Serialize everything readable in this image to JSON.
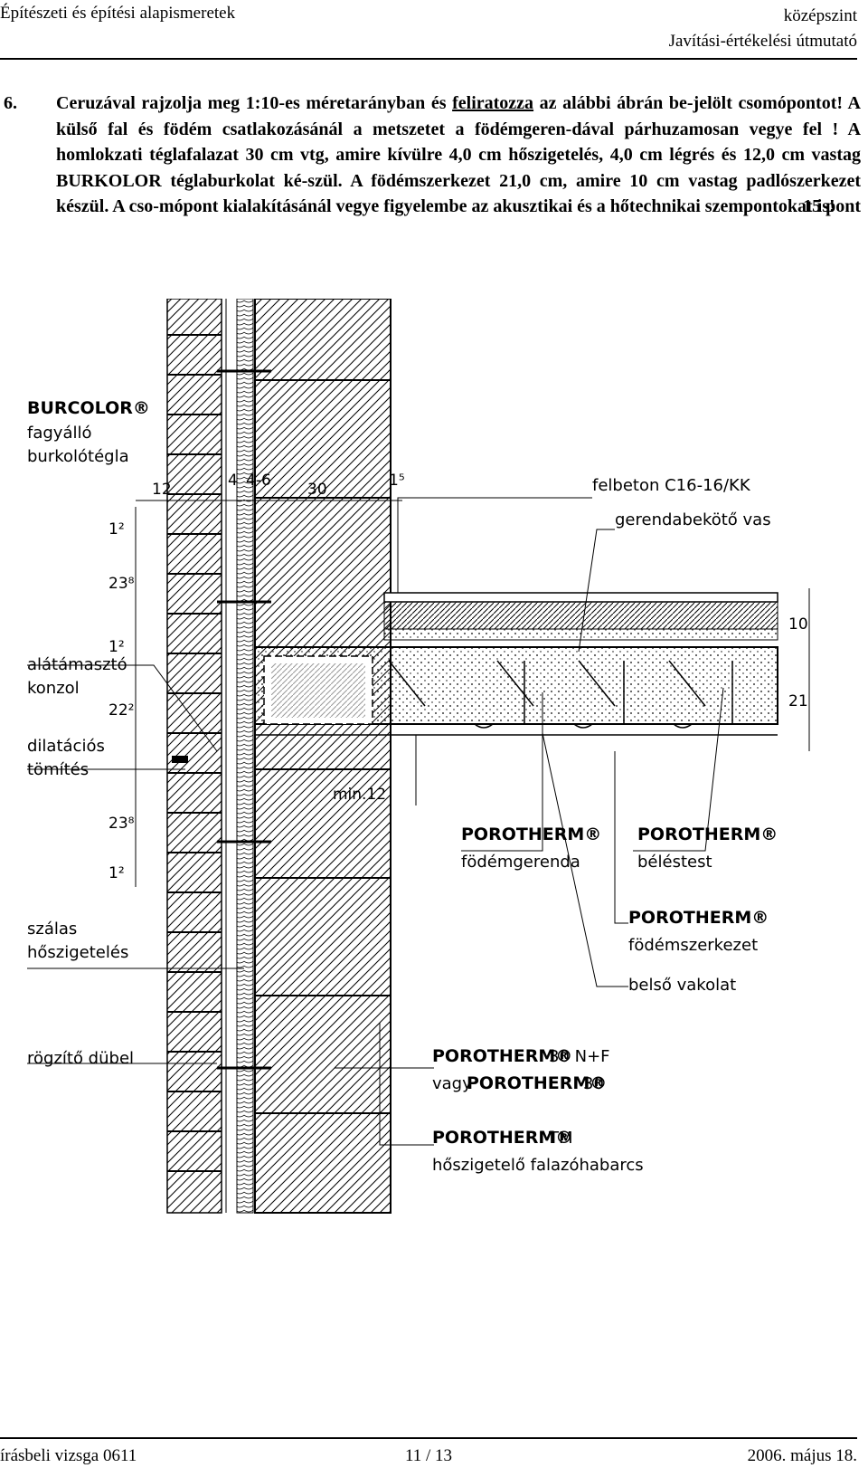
{
  "header": {
    "left": "Építészeti és építési alapismeretek",
    "right_line1": "középszint",
    "right_line2": "Javítási-értékelési útmutató"
  },
  "task": {
    "number": "6.",
    "text_before": "Ceruzával rajzolja meg 1:10-es méretarányban és ",
    "underlined": "feliratozza",
    "text_after": " az alábbi ábrán be-jelölt csomópontot! A külső fal és födém csatlakozásánál a metszetet a födémgeren-dával párhuzamosan vegye fel ! A homlokzati téglafalazat 30 cm vtg, amire kívülre 4,0 cm hőszigetelés, 4,0 cm légrés és 12,0 cm vastag BURKOLOR téglaburkolat ké-szül. A födémszerkezet 21,0 cm, amire 10 cm vastag padlószerkezet készül. A cso-mópont kialakításánál vegye figyelembe az akusztikai és a hőtechnikai szempontokat is!",
    "points": "15 pont"
  },
  "drawing": {
    "burcolor_brand": "BURCOLOR®",
    "burcolor_line1": "fagyálló",
    "burcolor_line2": "burkolótégla",
    "alatamaszto_line1": "alátámasztó",
    "alatamaszto_line2": "konzol",
    "dilatacios_line1": "dilatációs",
    "dilatacios_line2": "tömítés",
    "szalas_line1": "szálas",
    "szalas_line2": "hőszigetelés",
    "rogzito": "rögzítő dübel",
    "felbeton": "felbeton C16-16/KK",
    "gerendabekoto": "gerendabekötő vas",
    "pt_gerenda_brand": "POROTHERM®",
    "pt_gerenda_label": "födémgerenda",
    "pt_beles_brand": "POROTHERM®",
    "pt_beles_label": "béléstest",
    "pt_fodem_brand": "POROTHERM®",
    "pt_fodem_label": "födémszerkezet",
    "belso_vakolat": "belső vakolat",
    "pt30_brand": "POROTHERM®",
    "pt30_suffix": "30 N+F",
    "vagy": "vagy",
    "pt30b_brand": "POROTHERM®",
    "pt30b_suffix": "30",
    "pttm_brand": "POROTHERM®",
    "pttm_suffix": "TM",
    "hoszig_habarcs": "hőszigetelő falazóhabarcs",
    "dim_12": "12",
    "dim_4": "4",
    "dim_4_6": "4-6",
    "dim_30": "30",
    "dim_1_5": "1⁵",
    "dim_1_2a": "1²",
    "dim_23_8a": "23⁸",
    "dim_1_2b": "1²",
    "dim_22_2": "22²",
    "dim_23_8b": "23⁸",
    "dim_1_2c": "1²",
    "dim_10": "10",
    "dim_21": "21",
    "dim_min12": "min.12"
  },
  "footer": {
    "left": "írásbeli vizsga 0611",
    "center": "11 / 13",
    "right": "2006. május 18."
  }
}
